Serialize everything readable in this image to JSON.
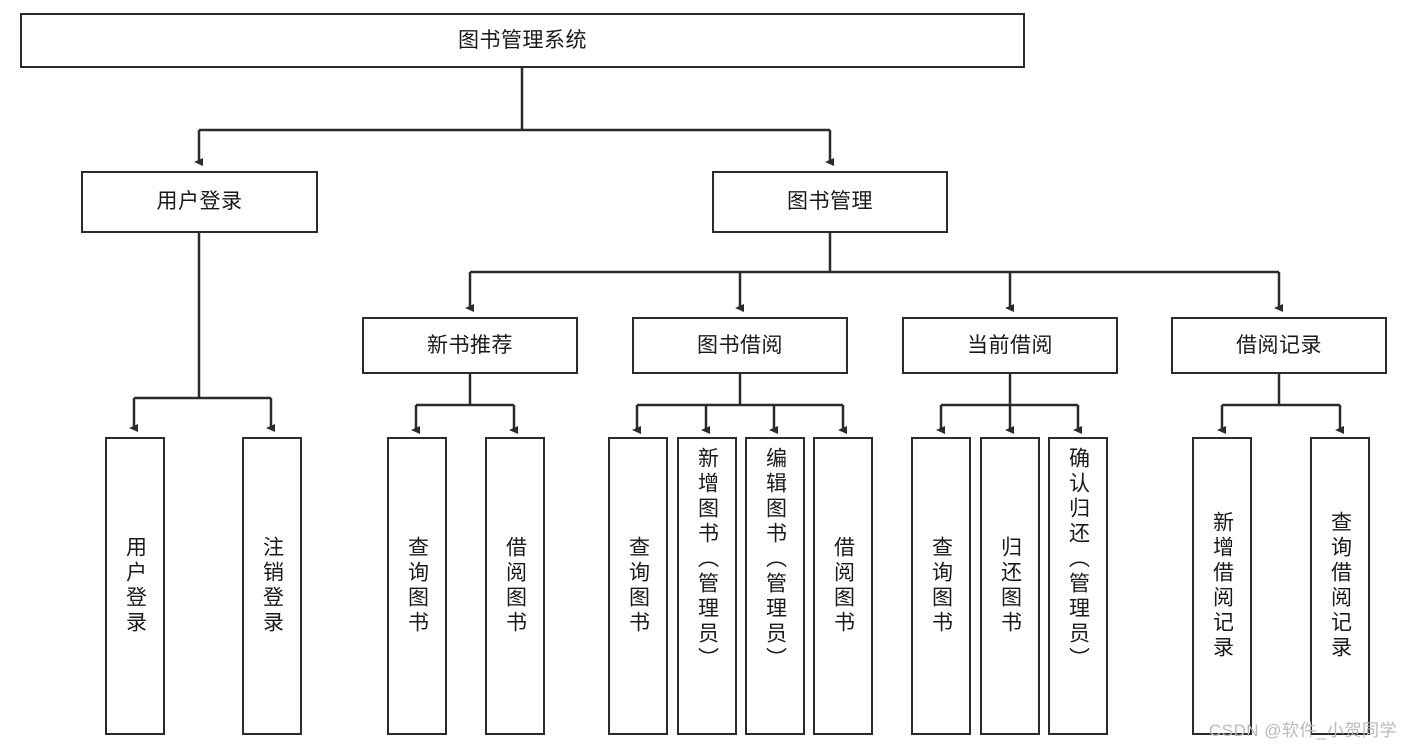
{
  "diagram": {
    "type": "tree",
    "title_node": "图书管理系统",
    "watermark": "CSDN @软件_小贺同学",
    "colors": {
      "box_border": "#2b2b2b",
      "box_fill": "#ffffff",
      "edge": "#2b2b2b",
      "text": "#1a1a1a",
      "watermark": "#b9b9b9"
    },
    "nodes": [
      {
        "id": "root",
        "label": "图书管理系统",
        "level": 0,
        "orientation": "horizontal"
      },
      {
        "id": "user_login",
        "label": "用户登录",
        "level": 1,
        "orientation": "horizontal"
      },
      {
        "id": "book_mgmt",
        "label": "图书管理",
        "level": 1,
        "orientation": "horizontal"
      },
      {
        "id": "new_book_rec",
        "label": "新书推荐",
        "level": 2,
        "orientation": "horizontal"
      },
      {
        "id": "book_borrow",
        "label": "图书借阅",
        "level": 2,
        "orientation": "horizontal"
      },
      {
        "id": "current_borrow",
        "label": "当前借阅",
        "level": 2,
        "orientation": "horizontal"
      },
      {
        "id": "borrow_record",
        "label": "借阅记录",
        "level": 2,
        "orientation": "horizontal"
      },
      {
        "id": "leaf_login",
        "label": "用户登录",
        "level": 3,
        "orientation": "vertical"
      },
      {
        "id": "leaf_logout",
        "label": "注销登录",
        "level": 3,
        "orientation": "vertical"
      },
      {
        "id": "leaf_query1",
        "label": "查询图书",
        "level": 3,
        "orientation": "vertical"
      },
      {
        "id": "leaf_borrow1",
        "label": "借阅图书",
        "level": 3,
        "orientation": "vertical"
      },
      {
        "id": "leaf_query2",
        "label": "查询图书",
        "level": 3,
        "orientation": "vertical"
      },
      {
        "id": "leaf_addbook",
        "label": "新增图书（管理员）",
        "level": 3,
        "orientation": "vertical"
      },
      {
        "id": "leaf_editbook",
        "label": "编辑图书（管理员）",
        "level": 3,
        "orientation": "vertical"
      },
      {
        "id": "leaf_borrow2",
        "label": "借阅图书",
        "level": 3,
        "orientation": "vertical"
      },
      {
        "id": "leaf_query3",
        "label": "查询图书",
        "level": 3,
        "orientation": "vertical"
      },
      {
        "id": "leaf_return",
        "label": "归还图书",
        "level": 3,
        "orientation": "vertical"
      },
      {
        "id": "leaf_confirm",
        "label": "确认归还（管理员）",
        "level": 3,
        "orientation": "vertical"
      },
      {
        "id": "leaf_addrec",
        "label": "新增借阅记录",
        "level": 3,
        "orientation": "vertical"
      },
      {
        "id": "leaf_queryrec",
        "label": "查询借阅记录",
        "level": 3,
        "orientation": "vertical"
      }
    ],
    "edges": [
      {
        "from": "root",
        "to": "user_login"
      },
      {
        "from": "root",
        "to": "book_mgmt"
      },
      {
        "from": "book_mgmt",
        "to": "new_book_rec"
      },
      {
        "from": "book_mgmt",
        "to": "book_borrow"
      },
      {
        "from": "book_mgmt",
        "to": "current_borrow"
      },
      {
        "from": "book_mgmt",
        "to": "borrow_record"
      },
      {
        "from": "user_login",
        "to": "leaf_login"
      },
      {
        "from": "user_login",
        "to": "leaf_logout"
      },
      {
        "from": "new_book_rec",
        "to": "leaf_query1"
      },
      {
        "from": "new_book_rec",
        "to": "leaf_borrow1"
      },
      {
        "from": "book_borrow",
        "to": "leaf_query2"
      },
      {
        "from": "book_borrow",
        "to": "leaf_addbook"
      },
      {
        "from": "book_borrow",
        "to": "leaf_editbook"
      },
      {
        "from": "book_borrow",
        "to": "leaf_borrow2"
      },
      {
        "from": "current_borrow",
        "to": "leaf_query3"
      },
      {
        "from": "current_borrow",
        "to": "leaf_return"
      },
      {
        "from": "current_borrow",
        "to": "leaf_confirm"
      },
      {
        "from": "borrow_record",
        "to": "leaf_addrec"
      },
      {
        "from": "borrow_record",
        "to": "leaf_queryrec"
      }
    ]
  }
}
